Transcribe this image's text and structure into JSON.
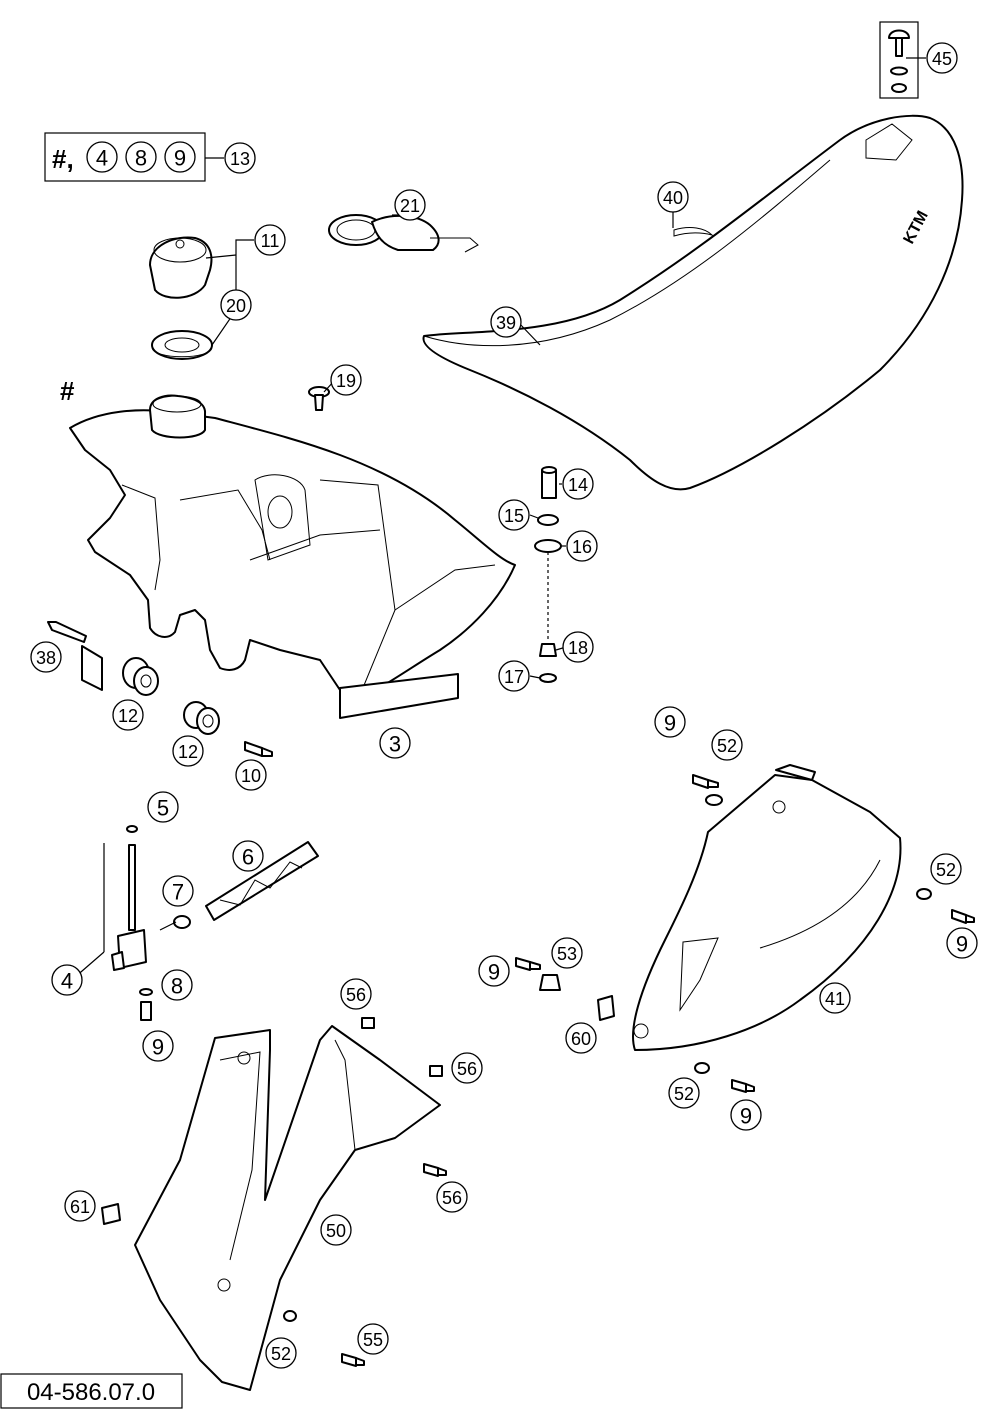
{
  "diagram": {
    "part_number": "04-586.07.0",
    "hash_marker": "#",
    "kit_box": {
      "prefix": "#,",
      "items": [
        "4",
        "8",
        "9"
      ],
      "callout": "13"
    }
  },
  "callouts": [
    "45",
    "21",
    "40",
    "11",
    "20",
    "39",
    "19",
    "14",
    "15",
    "16",
    "18",
    "17",
    "38",
    "12",
    "12",
    "3",
    "10",
    "9",
    "52",
    "5",
    "6",
    "7",
    "4",
    "8",
    "9",
    "52",
    "9",
    "9",
    "53",
    "56",
    "41",
    "60",
    "56",
    "52",
    "9",
    "56",
    "61",
    "50",
    "55",
    "52"
  ]
}
